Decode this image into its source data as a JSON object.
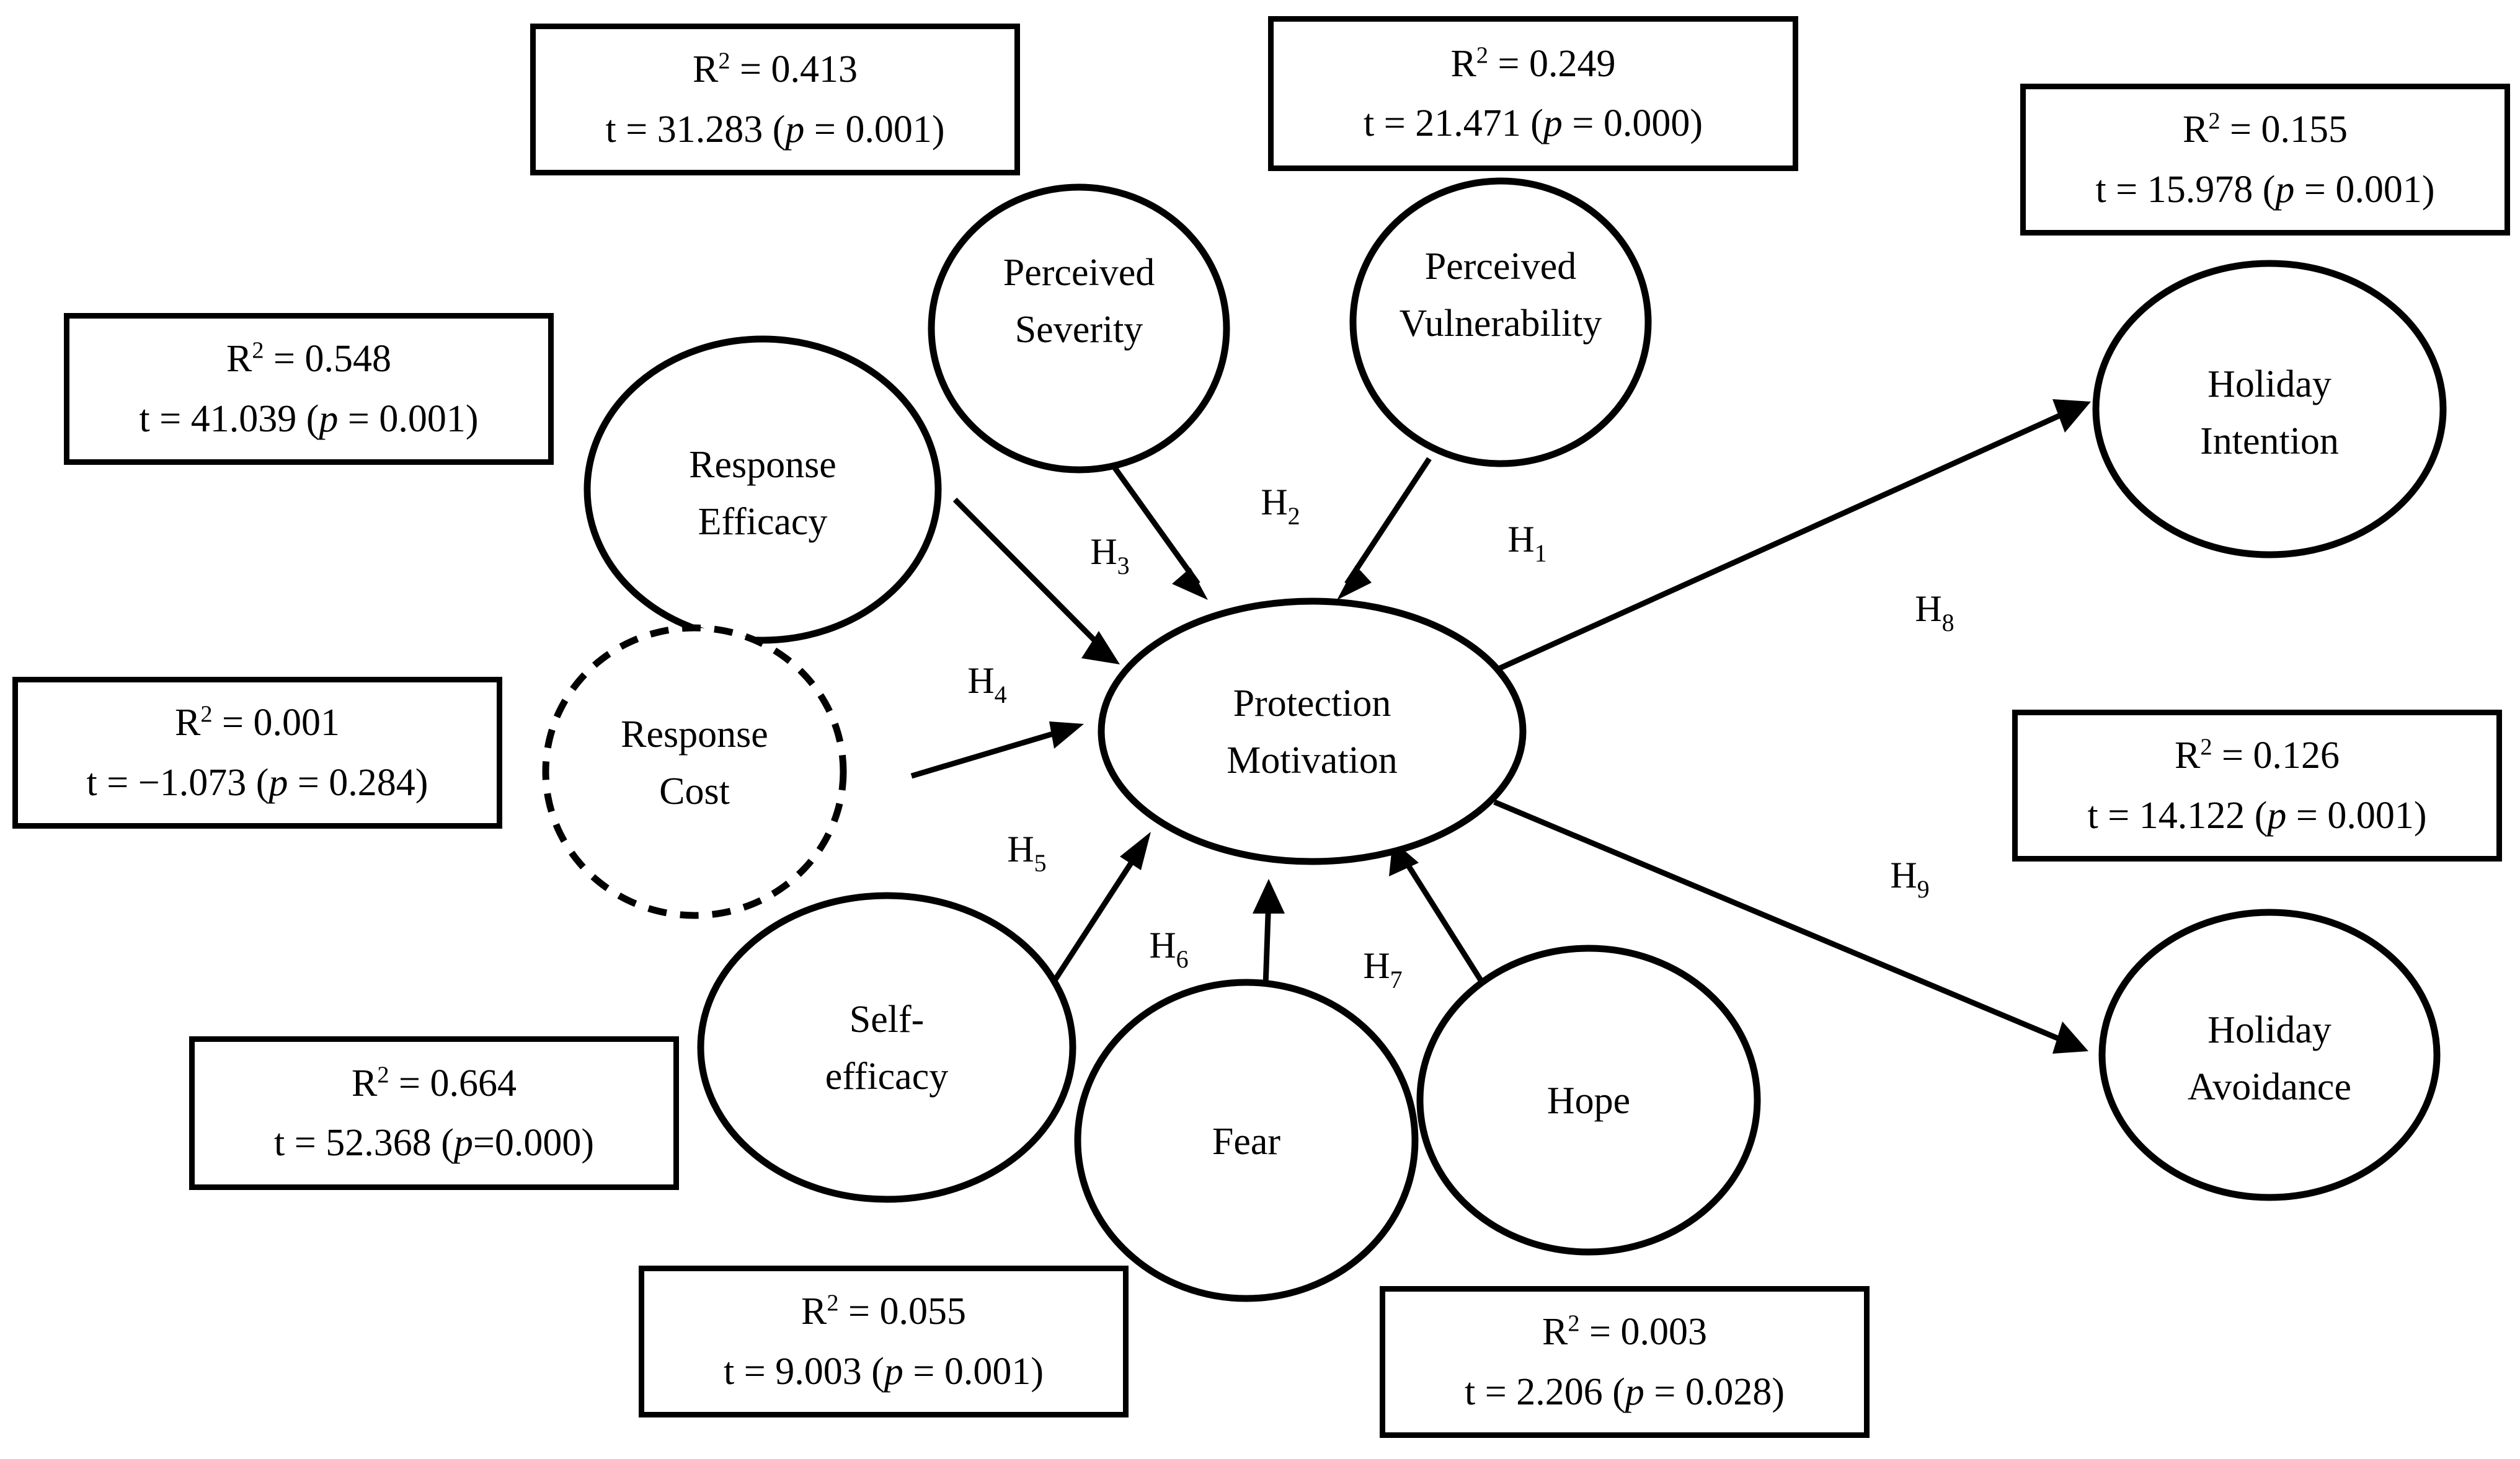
{
  "diagram": {
    "title": "Protection Motivation Theory structural model with R-squared and t statistics",
    "stroke_color": "#000000",
    "background_color": "#ffffff"
  },
  "nodes": [
    {
      "id": "perceived-severity",
      "label_lines": [
        "Perceived",
        "Severity"
      ],
      "style": "solid"
    },
    {
      "id": "perceived-vulnerability",
      "label_lines": [
        "Perceived",
        "Vulnerability"
      ],
      "style": "solid"
    },
    {
      "id": "response-efficacy",
      "label_lines": [
        "Response",
        "Efficacy"
      ],
      "style": "solid"
    },
    {
      "id": "response-cost",
      "label_lines": [
        "Response",
        "Cost"
      ],
      "style": "dashed"
    },
    {
      "id": "self-efficacy",
      "label_lines": [
        "Self-",
        "efficacy"
      ],
      "style": "solid"
    },
    {
      "id": "fear",
      "label_lines": [
        "Fear"
      ],
      "style": "solid"
    },
    {
      "id": "hope",
      "label_lines": [
        "Hope"
      ],
      "style": "solid"
    },
    {
      "id": "protection-motivation",
      "label_lines": [
        "Protection",
        "Motivation"
      ],
      "style": "solid"
    },
    {
      "id": "holiday-intention",
      "label_lines": [
        "Holiday",
        "Intention"
      ],
      "style": "solid"
    },
    {
      "id": "holiday-avoidance",
      "label_lines": [
        "Holiday",
        "Avoidance"
      ],
      "style": "solid"
    }
  ],
  "hypotheses": [
    {
      "id": "H1",
      "base": "H",
      "sub": "1",
      "from": "perceived-vulnerability",
      "to": "protection-motivation"
    },
    {
      "id": "H2",
      "base": "H",
      "sub": "2",
      "from": "perceived-severity",
      "to": "protection-motivation"
    },
    {
      "id": "H3",
      "base": "H",
      "sub": "3",
      "from": "response-efficacy",
      "to": "protection-motivation"
    },
    {
      "id": "H4",
      "base": "H",
      "sub": "4",
      "from": "response-cost",
      "to": "protection-motivation"
    },
    {
      "id": "H5",
      "base": "H",
      "sub": "5",
      "from": "self-efficacy",
      "to": "protection-motivation"
    },
    {
      "id": "H6",
      "base": "H",
      "sub": "6",
      "from": "fear",
      "to": "protection-motivation"
    },
    {
      "id": "H7",
      "base": "H",
      "sub": "7",
      "from": "hope",
      "to": "protection-motivation"
    },
    {
      "id": "H8",
      "base": "H",
      "sub": "8",
      "from": "protection-motivation",
      "to": "holiday-intention"
    },
    {
      "id": "H9",
      "base": "H",
      "sub": "9",
      "from": "protection-motivation",
      "to": "holiday-avoidance"
    }
  ],
  "stat_boxes": [
    {
      "id": "stat-perceived-severity",
      "r2_label": "R",
      "r2_exp": "2",
      "r2_value": " = 0.413",
      "t_prefix": "t = 31.283 (",
      "t_italic": "p",
      "t_suffix": " = 0.001)",
      "r2_full": "R2 = 0.413",
      "t_full": "t = 31.283 (p = 0.001)"
    },
    {
      "id": "stat-perceived-vulnerability",
      "r2_label": "R",
      "r2_exp": "2",
      "r2_value": " = 0.249",
      "t_prefix": "t = 21.471 (",
      "t_italic": "p",
      "t_suffix": " = 0.000)",
      "r2_full": "R2 = 0.249",
      "t_full": "t = 21.471 (p = 0.000)"
    },
    {
      "id": "stat-holiday-intention",
      "r2_label": "R",
      "r2_exp": "2",
      "r2_value": " = 0.155",
      "t_prefix": "t = 15.978 (",
      "t_italic": "p",
      "t_suffix": " = 0.001)",
      "r2_full": "R2 = 0.155",
      "t_full": "t = 15.978 (p = 0.001)"
    },
    {
      "id": "stat-response-efficacy",
      "r2_label": "R",
      "r2_exp": "2",
      "r2_value": " = 0.548",
      "t_prefix": "t = 41.039 (",
      "t_italic": "p",
      "t_suffix": " =  0.001)",
      "r2_full": "R2 = 0.548",
      "t_full": "t = 41.039 (p =  0.001)"
    },
    {
      "id": "stat-response-cost",
      "r2_label": "R",
      "r2_exp": "2",
      "r2_value": " = 0.001",
      "t_prefix": "t = −1.073 (",
      "t_italic": "p",
      "t_suffix": " = 0.284)",
      "r2_full": "R2 = 0.001",
      "t_full": "t = −1.073 (p = 0.284)"
    },
    {
      "id": "stat-self-efficacy",
      "r2_label": "R",
      "r2_exp": "2",
      "r2_value": " = 0.664",
      "t_prefix": "t = 52.368 (",
      "t_italic": "p",
      "t_suffix": "=0.000)",
      "r2_full": "R2 = 0.664",
      "t_full": "t = 52.368 (p=0.000)"
    },
    {
      "id": "stat-fear",
      "r2_label": "R",
      "r2_exp": "2",
      "r2_value": " = 0.055",
      "t_prefix": "t = 9.003 (",
      "t_italic": "p",
      "t_suffix": " = 0.001)",
      "r2_full": "R2 = 0.055",
      "t_full": "t = 9.003 (p = 0.001)"
    },
    {
      "id": "stat-hope",
      "r2_label": "R",
      "r2_exp": "2",
      "r2_value": " = 0.003",
      "t_prefix": "t = 2.206 (",
      "t_italic": "p",
      "t_suffix": " = 0.028)",
      "r2_full": "R2 = 0.003",
      "t_full": "t = 2.206 (p = 0.028)"
    },
    {
      "id": "stat-holiday-avoidance",
      "r2_label": "R",
      "r2_exp": "2",
      "r2_value": " = 0.126",
      "t_prefix": "t = 14.122 (",
      "t_italic": "p",
      "t_suffix": " = 0.001)",
      "r2_full": "R2 = 0.126",
      "t_full": "t = 14.122 (p = 0.001)"
    }
  ]
}
